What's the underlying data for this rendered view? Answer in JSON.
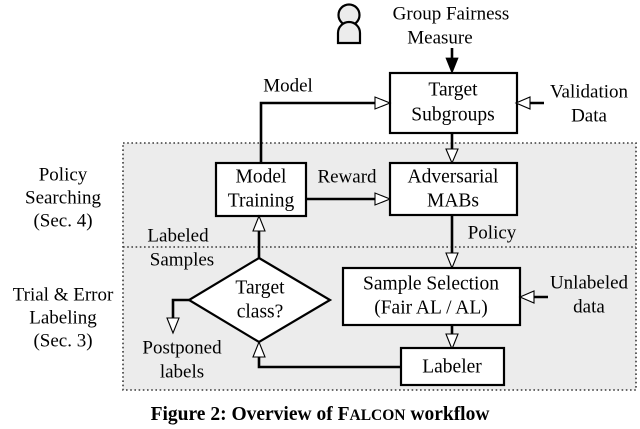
{
  "figure": {
    "caption_prefix": "Figure 2: Overview of ",
    "caption_smallcaps_first": "F",
    "caption_smallcaps_rest": "ALCON",
    "caption_suffix": " workflow"
  },
  "regions": [
    {
      "id": "policy-searching",
      "label_line1": "Policy",
      "label_line2": "Searching",
      "label_line3": "(Sec. 4)",
      "fill": "#ececec"
    },
    {
      "id": "trial-error-labeling",
      "label_line1": "Trial & Error",
      "label_line2": "Labeling",
      "label_line3": "(Sec. 3)",
      "fill": "#ececec"
    }
  ],
  "nodes": [
    {
      "id": "actor-group-fairness",
      "type": "actor",
      "label_line1": "Group Fairness",
      "label_line2": "Measure"
    },
    {
      "id": "target-subgroups",
      "type": "box",
      "label_line1": "Target",
      "label_line2": "Subgroups"
    },
    {
      "id": "validation-data",
      "type": "text",
      "label_line1": "Validation",
      "label_line2": "Data"
    },
    {
      "id": "model-training",
      "type": "box",
      "label_line1": "Model",
      "label_line2": "Training"
    },
    {
      "id": "adversarial-mabs",
      "type": "box",
      "label_line1": "Adversarial",
      "label_line2": "MABs"
    },
    {
      "id": "target-class-decision",
      "type": "diamond",
      "label_line1": "Target",
      "label_line2": "class?"
    },
    {
      "id": "sample-selection",
      "type": "box",
      "label_line1": "Sample Selection",
      "label_line2": "(Fair AL / AL)"
    },
    {
      "id": "unlabeled-data",
      "type": "text",
      "label_line1": "Unlabeled",
      "label_line2": "data"
    },
    {
      "id": "labeler",
      "type": "box",
      "label_line1": "Labeler"
    },
    {
      "id": "postponed-labels",
      "type": "text",
      "label_line1": "Postponed",
      "label_line2": "labels"
    }
  ],
  "edges": [
    {
      "id": "edge-model",
      "label": "Model"
    },
    {
      "id": "edge-reward",
      "label": "Reward"
    },
    {
      "id": "edge-policy",
      "label": "Policy"
    },
    {
      "id": "edge-labeled-samples-line1",
      "label": "Labeled"
    },
    {
      "id": "edge-labeled-samples-line2",
      "label": "Samples"
    }
  ],
  "colors": {
    "region_fill": "#ececec",
    "stroke": "#000000",
    "background": "#ffffff"
  }
}
